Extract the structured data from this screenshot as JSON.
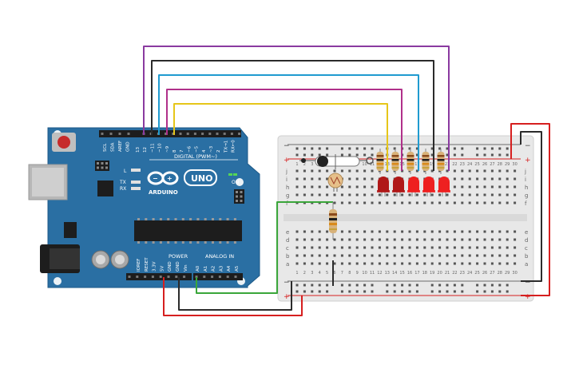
{
  "arduino": {
    "brand": "ARDUINO",
    "model": "UNO",
    "digital_label": "DIGITAL (PWM~)",
    "on_label": "ON",
    "power_label": "POWER",
    "analog_label": "ANALOG IN",
    "tx_label": "TX",
    "rx_label": "RX",
    "l_label": "L",
    "top_side_labels": [
      "SCL",
      "SDA",
      "AREF",
      "GND"
    ],
    "digital_pins": [
      "13",
      "12",
      "~11",
      "~10",
      "~9",
      "8",
      "7",
      "~6",
      "~5",
      "4",
      "~3",
      "2",
      "TX→1",
      "RX←0"
    ],
    "power_pins": [
      "IOREF",
      "RESET",
      "3.3V",
      "5V",
      "GND",
      "GND",
      "Vin"
    ],
    "analog_pins": [
      "A0",
      "A1",
      "A2",
      "A3",
      "A4",
      "A5"
    ],
    "board_color": "#2a6fa3"
  },
  "breadboard": {
    "row_letters_top": [
      "j",
      "i",
      "h",
      "g",
      "f"
    ],
    "row_letters_bottom": [
      "e",
      "d",
      "c",
      "b",
      "a"
    ],
    "column_numbers": [
      "1",
      "2",
      "3",
      "4",
      "5",
      "6",
      "7",
      "8",
      "9",
      "10",
      "11",
      "12",
      "13",
      "14",
      "15",
      "16",
      "17",
      "18",
      "19",
      "20",
      "21",
      "22",
      "23",
      "24",
      "25",
      "26",
      "27",
      "28",
      "29",
      "30"
    ],
    "rail_minus": "−",
    "rail_plus": "+"
  },
  "colors": {
    "wire_purple": "#8a3aa0",
    "wire_black": "#2b2b2b",
    "wire_blue": "#1f9bd0",
    "wire_magenta": "#b0308a",
    "wire_yellow": "#e6c619",
    "wire_red": "#d61f1f",
    "wire_green": "#3aa63a",
    "led_dark": "#b01818",
    "led_bright": "#ee2020",
    "resistor_body": "#d8b27a"
  }
}
